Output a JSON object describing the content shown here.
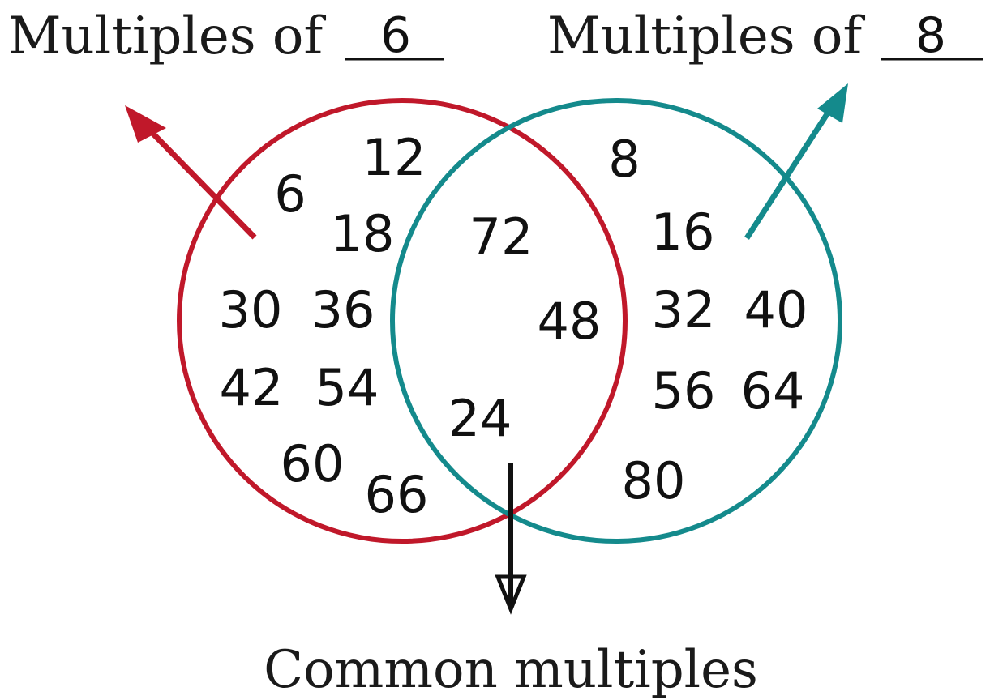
{
  "left_set": {
    "title_prefix": "Multiples of",
    "blank_value": "6",
    "numbers": [
      "6",
      "12",
      "18",
      "30",
      "36",
      "42",
      "54",
      "60",
      "66"
    ]
  },
  "right_set": {
    "title_prefix": "Multiples of",
    "blank_value": "8",
    "numbers": [
      "8",
      "16",
      "32",
      "40",
      "56",
      "64",
      "80"
    ]
  },
  "intersection": {
    "numbers": [
      "72",
      "48",
      "24"
    ],
    "caption": "Common multiples"
  },
  "colors": {
    "left_circle": "#c0182a",
    "right_circle": "#148a8c",
    "common_arrow": "#111111",
    "text": "#111111"
  }
}
